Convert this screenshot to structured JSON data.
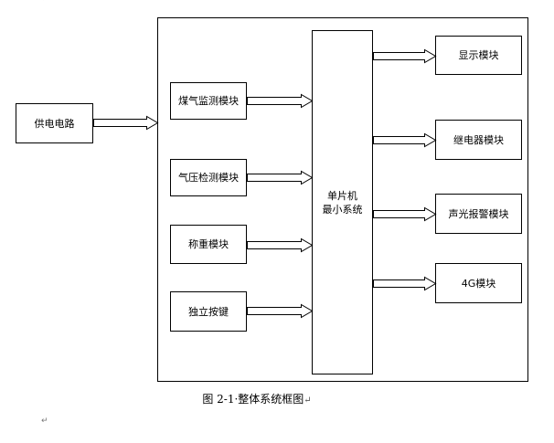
{
  "diagram": {
    "power_supply": {
      "label": "供电电路"
    },
    "input_modules": [
      {
        "label": "煤气监测模块"
      },
      {
        "label": "气压检测模块"
      },
      {
        "label": "称重模块"
      },
      {
        "label": "独立按键"
      }
    ],
    "mcu": {
      "line1": "单片机",
      "line2": "最小系统"
    },
    "output_modules": [
      {
        "label": "显示模块"
      },
      {
        "label": "继电器模块"
      },
      {
        "label": "声光报警模块"
      },
      {
        "label": "4G模块"
      }
    ],
    "caption": "图 2-1·整体系统框图",
    "return_mark": "↵",
    "paragraph_mark": "↵"
  }
}
